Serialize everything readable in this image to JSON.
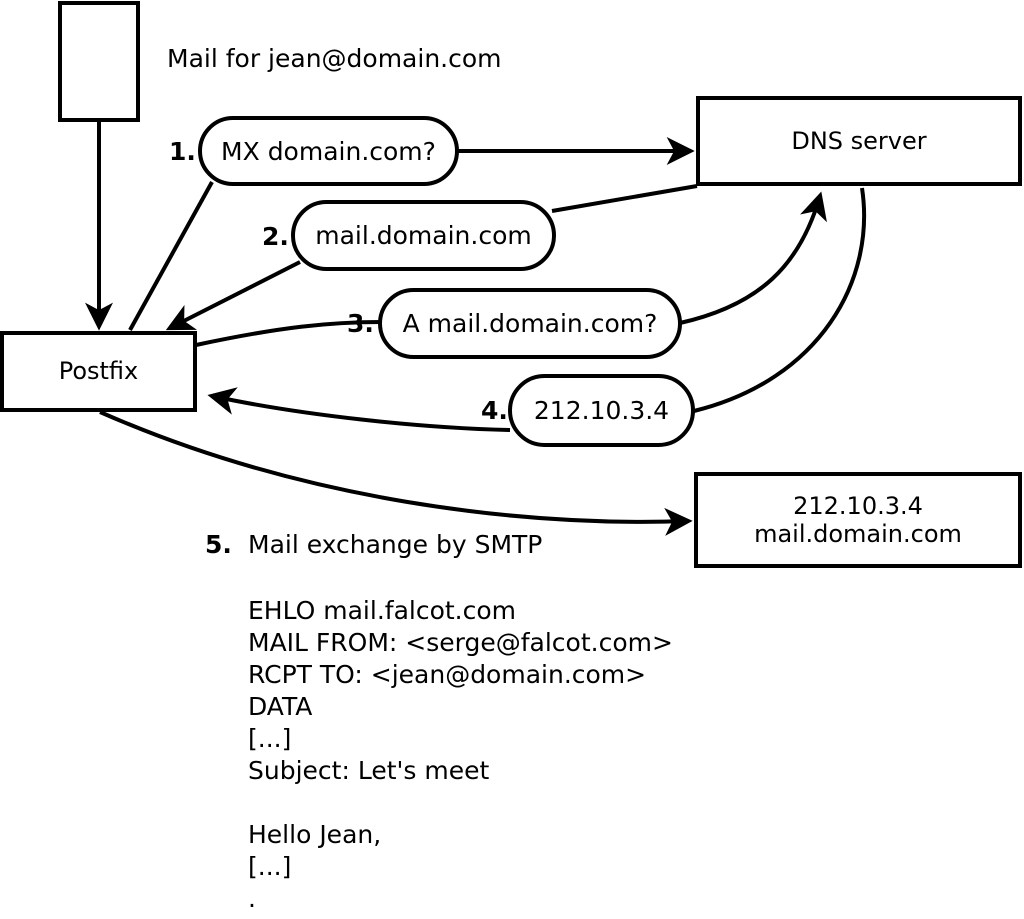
{
  "diagram": {
    "caption": "Mail for jean@domain.com",
    "nodes": {
      "sender": {
        "label": ""
      },
      "postfix": {
        "label": "Postfix"
      },
      "dns_server": {
        "label": "DNS server"
      },
      "mail_host": {
        "line1": "212.10.3.4",
        "line2": "mail.domain.com"
      }
    },
    "steps": [
      {
        "number": "1.",
        "message": "MX domain.com?"
      },
      {
        "number": "2.",
        "message": "mail.domain.com"
      },
      {
        "number": "3.",
        "message": "A mail.domain.com?"
      },
      {
        "number": "4.",
        "message": "212.10.3.4"
      },
      {
        "number": "5.",
        "message": "Mail exchange by SMTP"
      }
    ],
    "smtp_transcript": [
      "EHLO mail.falcot.com",
      "MAIL FROM: <serge@falcot.com>",
      "RCPT TO: <jean@domain.com>",
      "DATA",
      "[...]",
      "Subject: Let's meet",
      "",
      "Hello Jean,",
      "[...]",
      "."
    ],
    "colors": {
      "stroke": "#000000",
      "fill": "#ffffff"
    }
  }
}
